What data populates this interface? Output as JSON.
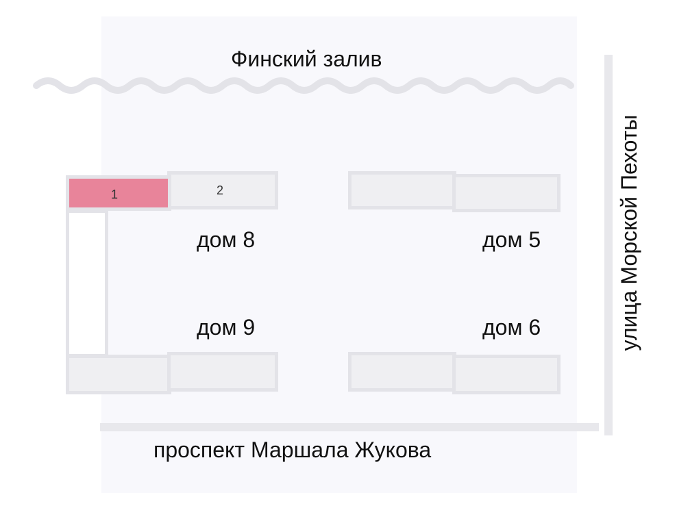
{
  "map": {
    "water_label": "Финский залив",
    "street_east": "улица Морской Пехоты",
    "avenue_south": "проспект Маршала Жукова",
    "houses": {
      "house_8": "дом 8",
      "house_5": "дом 5",
      "house_9": "дом 9",
      "house_6": "дом 6"
    },
    "sections": {
      "section_1": "1",
      "section_2": "2"
    },
    "colors": {
      "selected_section": "#e8849a",
      "building_fill": "#efeff2",
      "building_outline": "#e3e3e8",
      "water_wave": "#e3e3e8"
    }
  }
}
